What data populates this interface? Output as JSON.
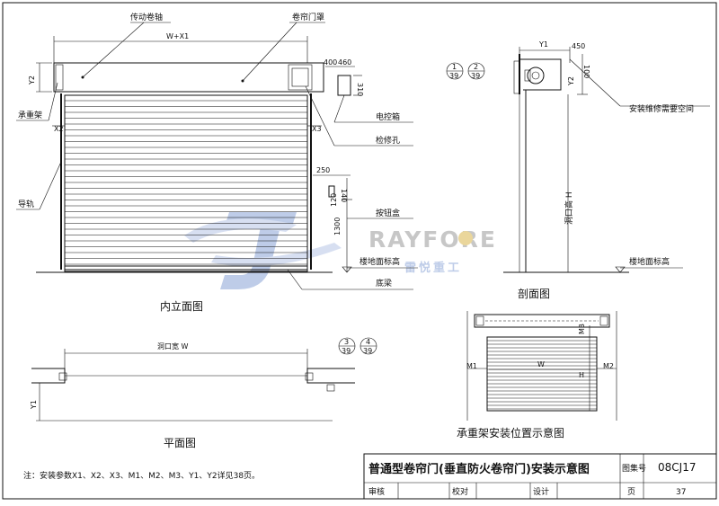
{
  "labels": {
    "drive_shaft": "传动卷轴",
    "door_cover": "卷帘门罩",
    "width_dim": "W+X1",
    "y2_left": "Y2",
    "bearing_frame": "承重架",
    "x2": "X2",
    "x3": "X3",
    "guide_rail": "导轨",
    "control_box": "电控箱",
    "inspection_hole": "检修孔",
    "button_box": "按钮盒",
    "floor_level": "楼地面标高",
    "bottom_beam": "底梁",
    "d400": "400",
    "d460": "460",
    "d310": "310",
    "d250": "250",
    "d140": "140",
    "d120": "120",
    "d1300": "1300",
    "ref_num_1": "1",
    "ref_page_1": "39",
    "ref_num_2": "2",
    "ref_page_2": "39",
    "ref_num_3": "3",
    "ref_page_3": "39",
    "ref_num_4": "4",
    "ref_page_4": "39",
    "y1_section": "Y1",
    "d450": "450",
    "d100": "100",
    "y2_section": "Y2",
    "maintenance_space": "安装维修需要空间",
    "opening_height": "洞口高 H",
    "floor_level_section": "楼地面标高",
    "opening_width": "洞口宽 W",
    "y1_plan": "Y1",
    "m3": "M3",
    "m1": "M1",
    "m2": "M2",
    "w_small": "W",
    "h_small": "H"
  },
  "titles": {
    "elevation": "内立面图",
    "section": "剖面图",
    "plan": "平面图",
    "bearing_position": "承重架安装位置示意图"
  },
  "watermark": {
    "brand_en": "RAYFORE",
    "brand_cn": "雷悦重工"
  },
  "note": "注：安装参数X1、X2、X3、M1、M2、M3、Y1、Y2详见38页。",
  "title_block": {
    "title": "普通型卷帘门(垂直防火卷帘门)安装示意图",
    "atlas_no_label": "图集号",
    "atlas_no": "08CJ17",
    "review": "审核",
    "check": "校对",
    "design": "设计",
    "page_label": "页",
    "page": "37"
  },
  "colors": {
    "line": "#111111",
    "watermark_blue": "#8aa4d6",
    "watermark_gray": "#9a9a9a",
    "watermark_gold": "#d9b54a"
  }
}
